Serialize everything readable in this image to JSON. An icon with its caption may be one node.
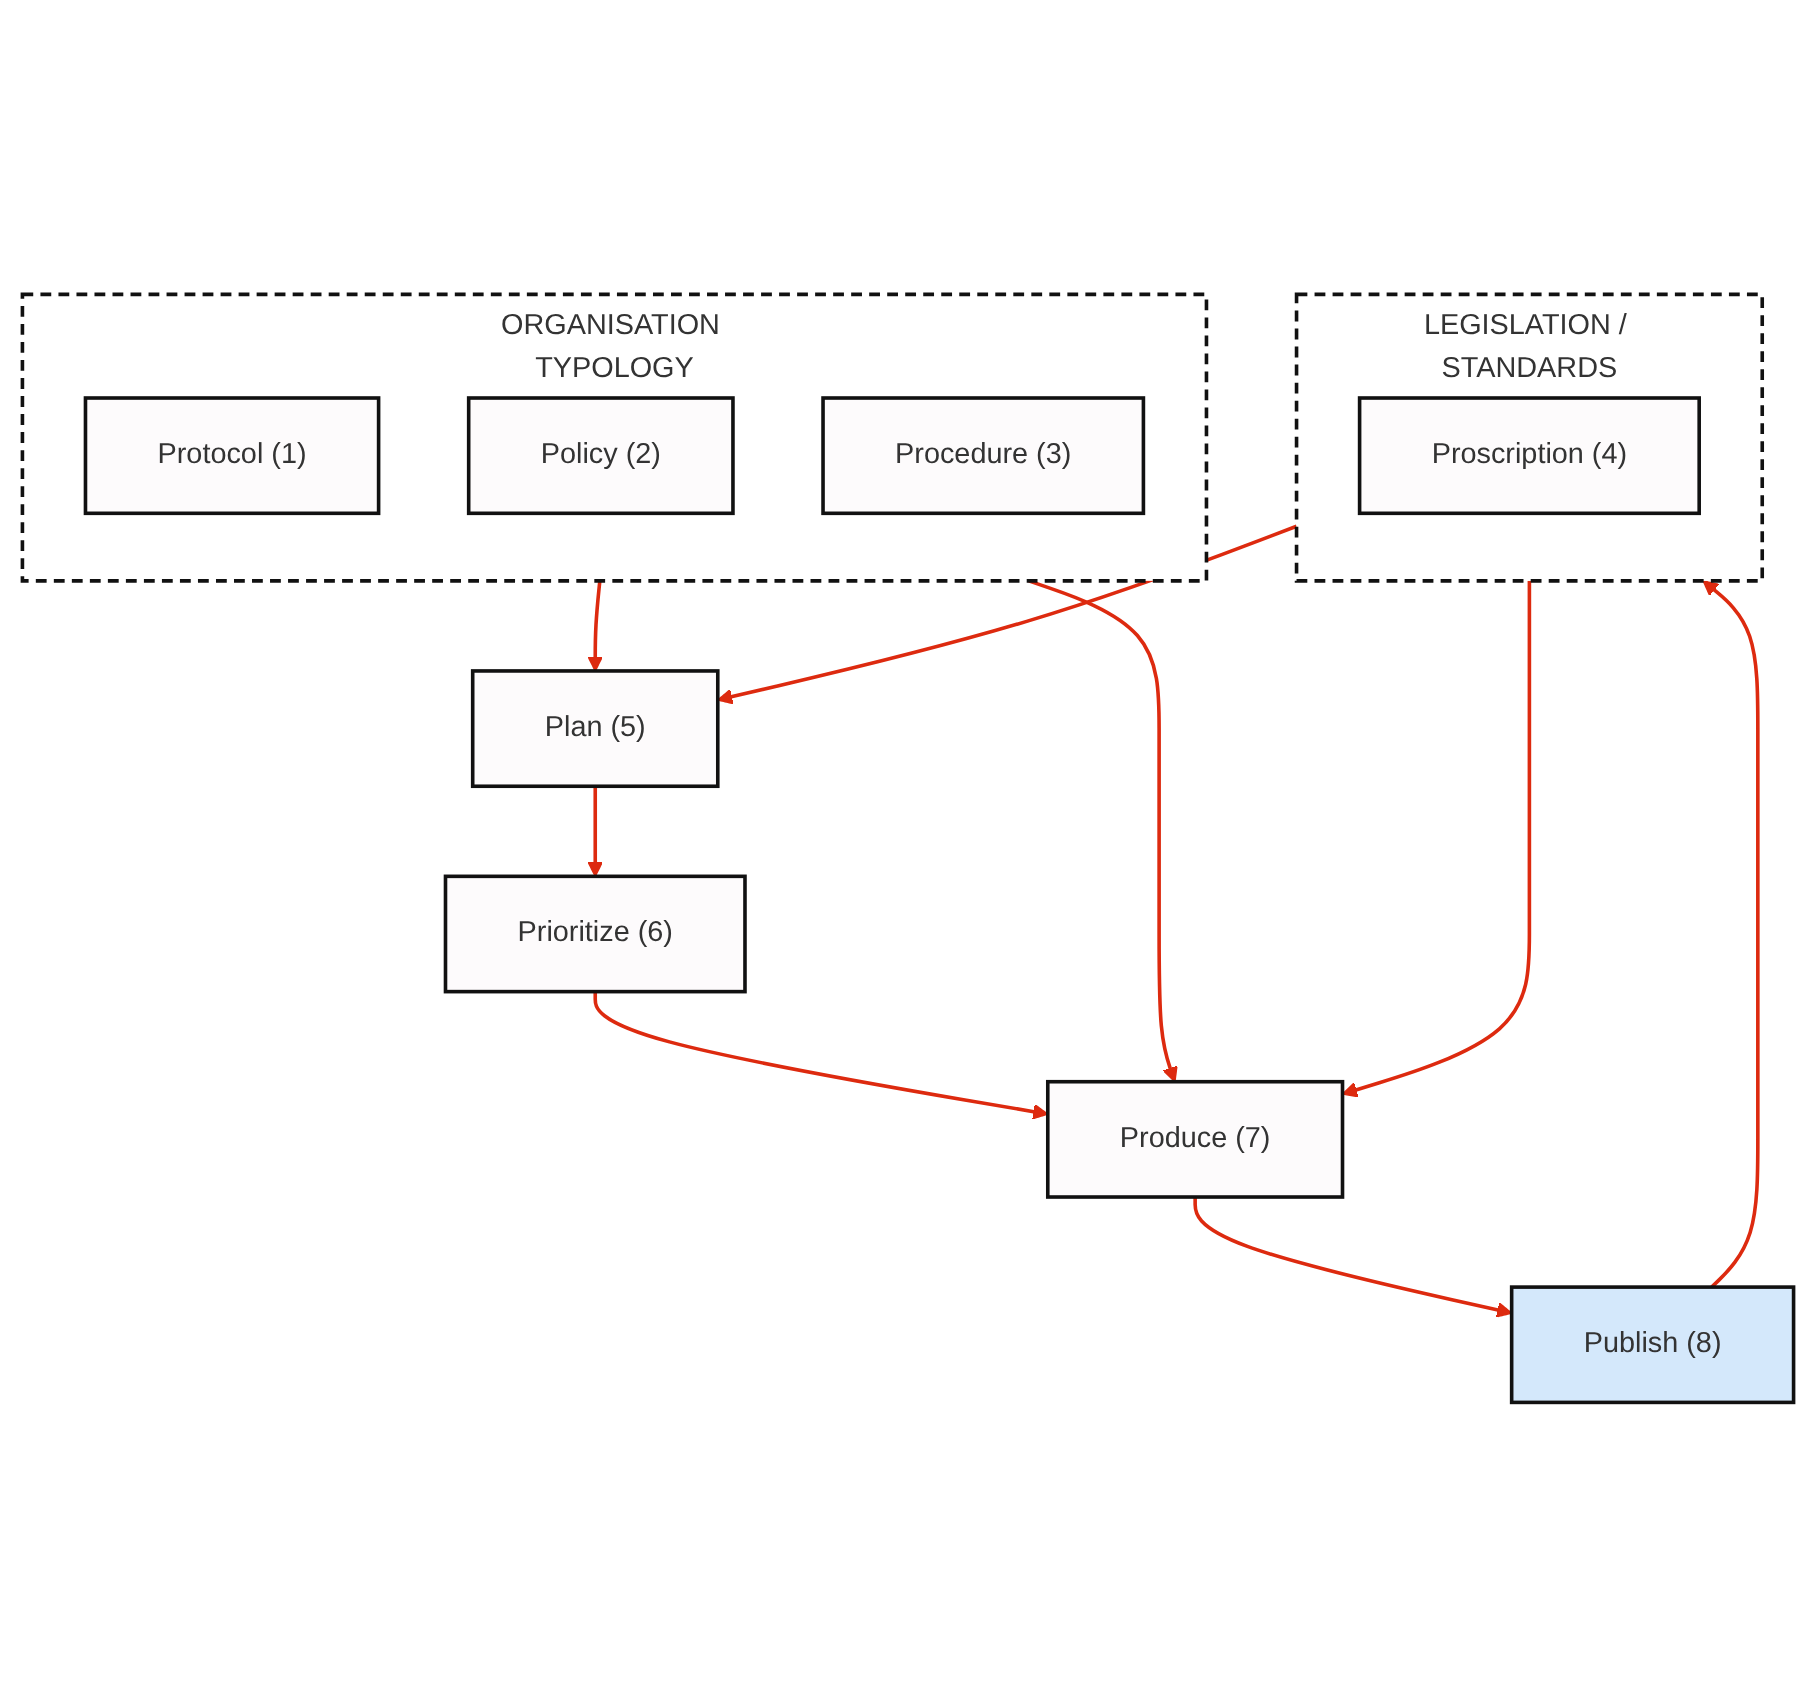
{
  "diagram": {
    "nodes": [
      {
        "text": [
          "ORGANISATION TYPOLOGY"
        ]
      },
      {
        "text": [
          "Protocol (1)"
        ],
        "in": 0
      },
      {
        "text": [
          "Policy (2)"
        ],
        "in": 0
      },
      {
        "text": [
          "Procedure (3)"
        ],
        "in": 0
      },
      {
        "text": [
          "LEGISLATION / STANDARDS"
        ]
      },
      {
        "text": [
          "Proscription (4)"
        ],
        "in": 4
      },
      {
        "text": [
          "Plan (5)"
        ]
      },
      {
        "text": [
          "Prioritize (6)"
        ]
      },
      {
        "text": [
          "Produce (7)"
        ]
      },
      {
        "text": [
          "Publish (8)"
        ]
      }
    ],
    "edges": [
      {
        "from": 0,
        "to": 6,
        "arrow": "to"
      },
      {
        "from": 0,
        "to": 8,
        "arrow": "to"
      },
      {
        "from": 6,
        "to": 7,
        "arrow": "to"
      },
      {
        "from": 7,
        "to": 8,
        "arrow": "to"
      },
      {
        "from": 4,
        "to": 8,
        "arrow": "to"
      },
      {
        "from": 4,
        "to": 6,
        "arrow": "to"
      },
      {
        "from": 8,
        "to": 9,
        "arrow": "to"
      },
      {
        "from": 9,
        "to": 4,
        "arrow": "to"
      }
    ]
  }
}
